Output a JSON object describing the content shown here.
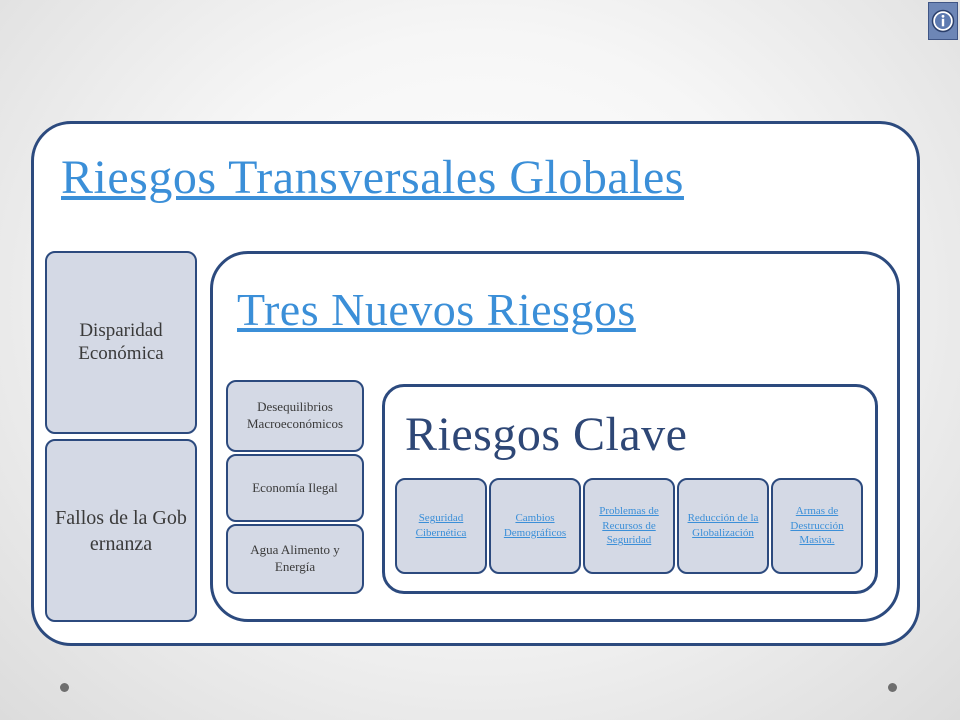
{
  "title": "Riesgos Transversales Globales",
  "side_boxes": [
    "Disparidad Económica",
    "Fallos de la Gobernanza"
  ],
  "subtitle": "Tres Nuevos Riesgos",
  "middle_boxes": [
    "Desequilibrios Macroeconómicos",
    "Economía Ilegal",
    "Agua Alimento y Energía"
  ],
  "key_title": "Riesgos Clave",
  "key_risks": [
    "Seguridad Cibernética",
    "Cambios Demográficos",
    "Problemas de Recursos de Seguridad",
    "Reducción de la Globalización",
    "Armas de Destrucción Masiva."
  ],
  "icons": {
    "info": "info-icon"
  },
  "colors": {
    "border": "#2c4a7e",
    "box_fill": "#d4d9e5",
    "link": "#3b8fd8",
    "key_title": "#2e4776"
  }
}
